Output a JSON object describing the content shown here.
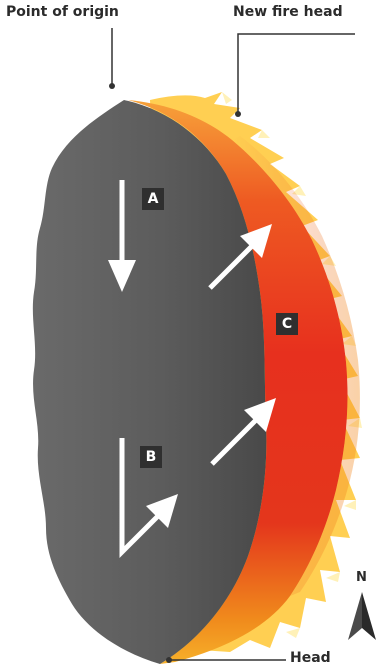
{
  "labels": {
    "point_of_origin": "Point of origin",
    "new_fire_head": "New fire head",
    "head": "Head"
  },
  "badges": {
    "a": "A",
    "b": "B",
    "c": "C"
  },
  "compass": {
    "north_letter": "N"
  },
  "colors": {
    "burned_area": "#5a5a5a",
    "fire_red": "#e8321e",
    "fire_orange": "#f39a1c",
    "flame_yellow": "#ffd45a",
    "arrow": "#ffffff",
    "badge_bg": "#2f2f2f",
    "leader_line": "#333333"
  }
}
